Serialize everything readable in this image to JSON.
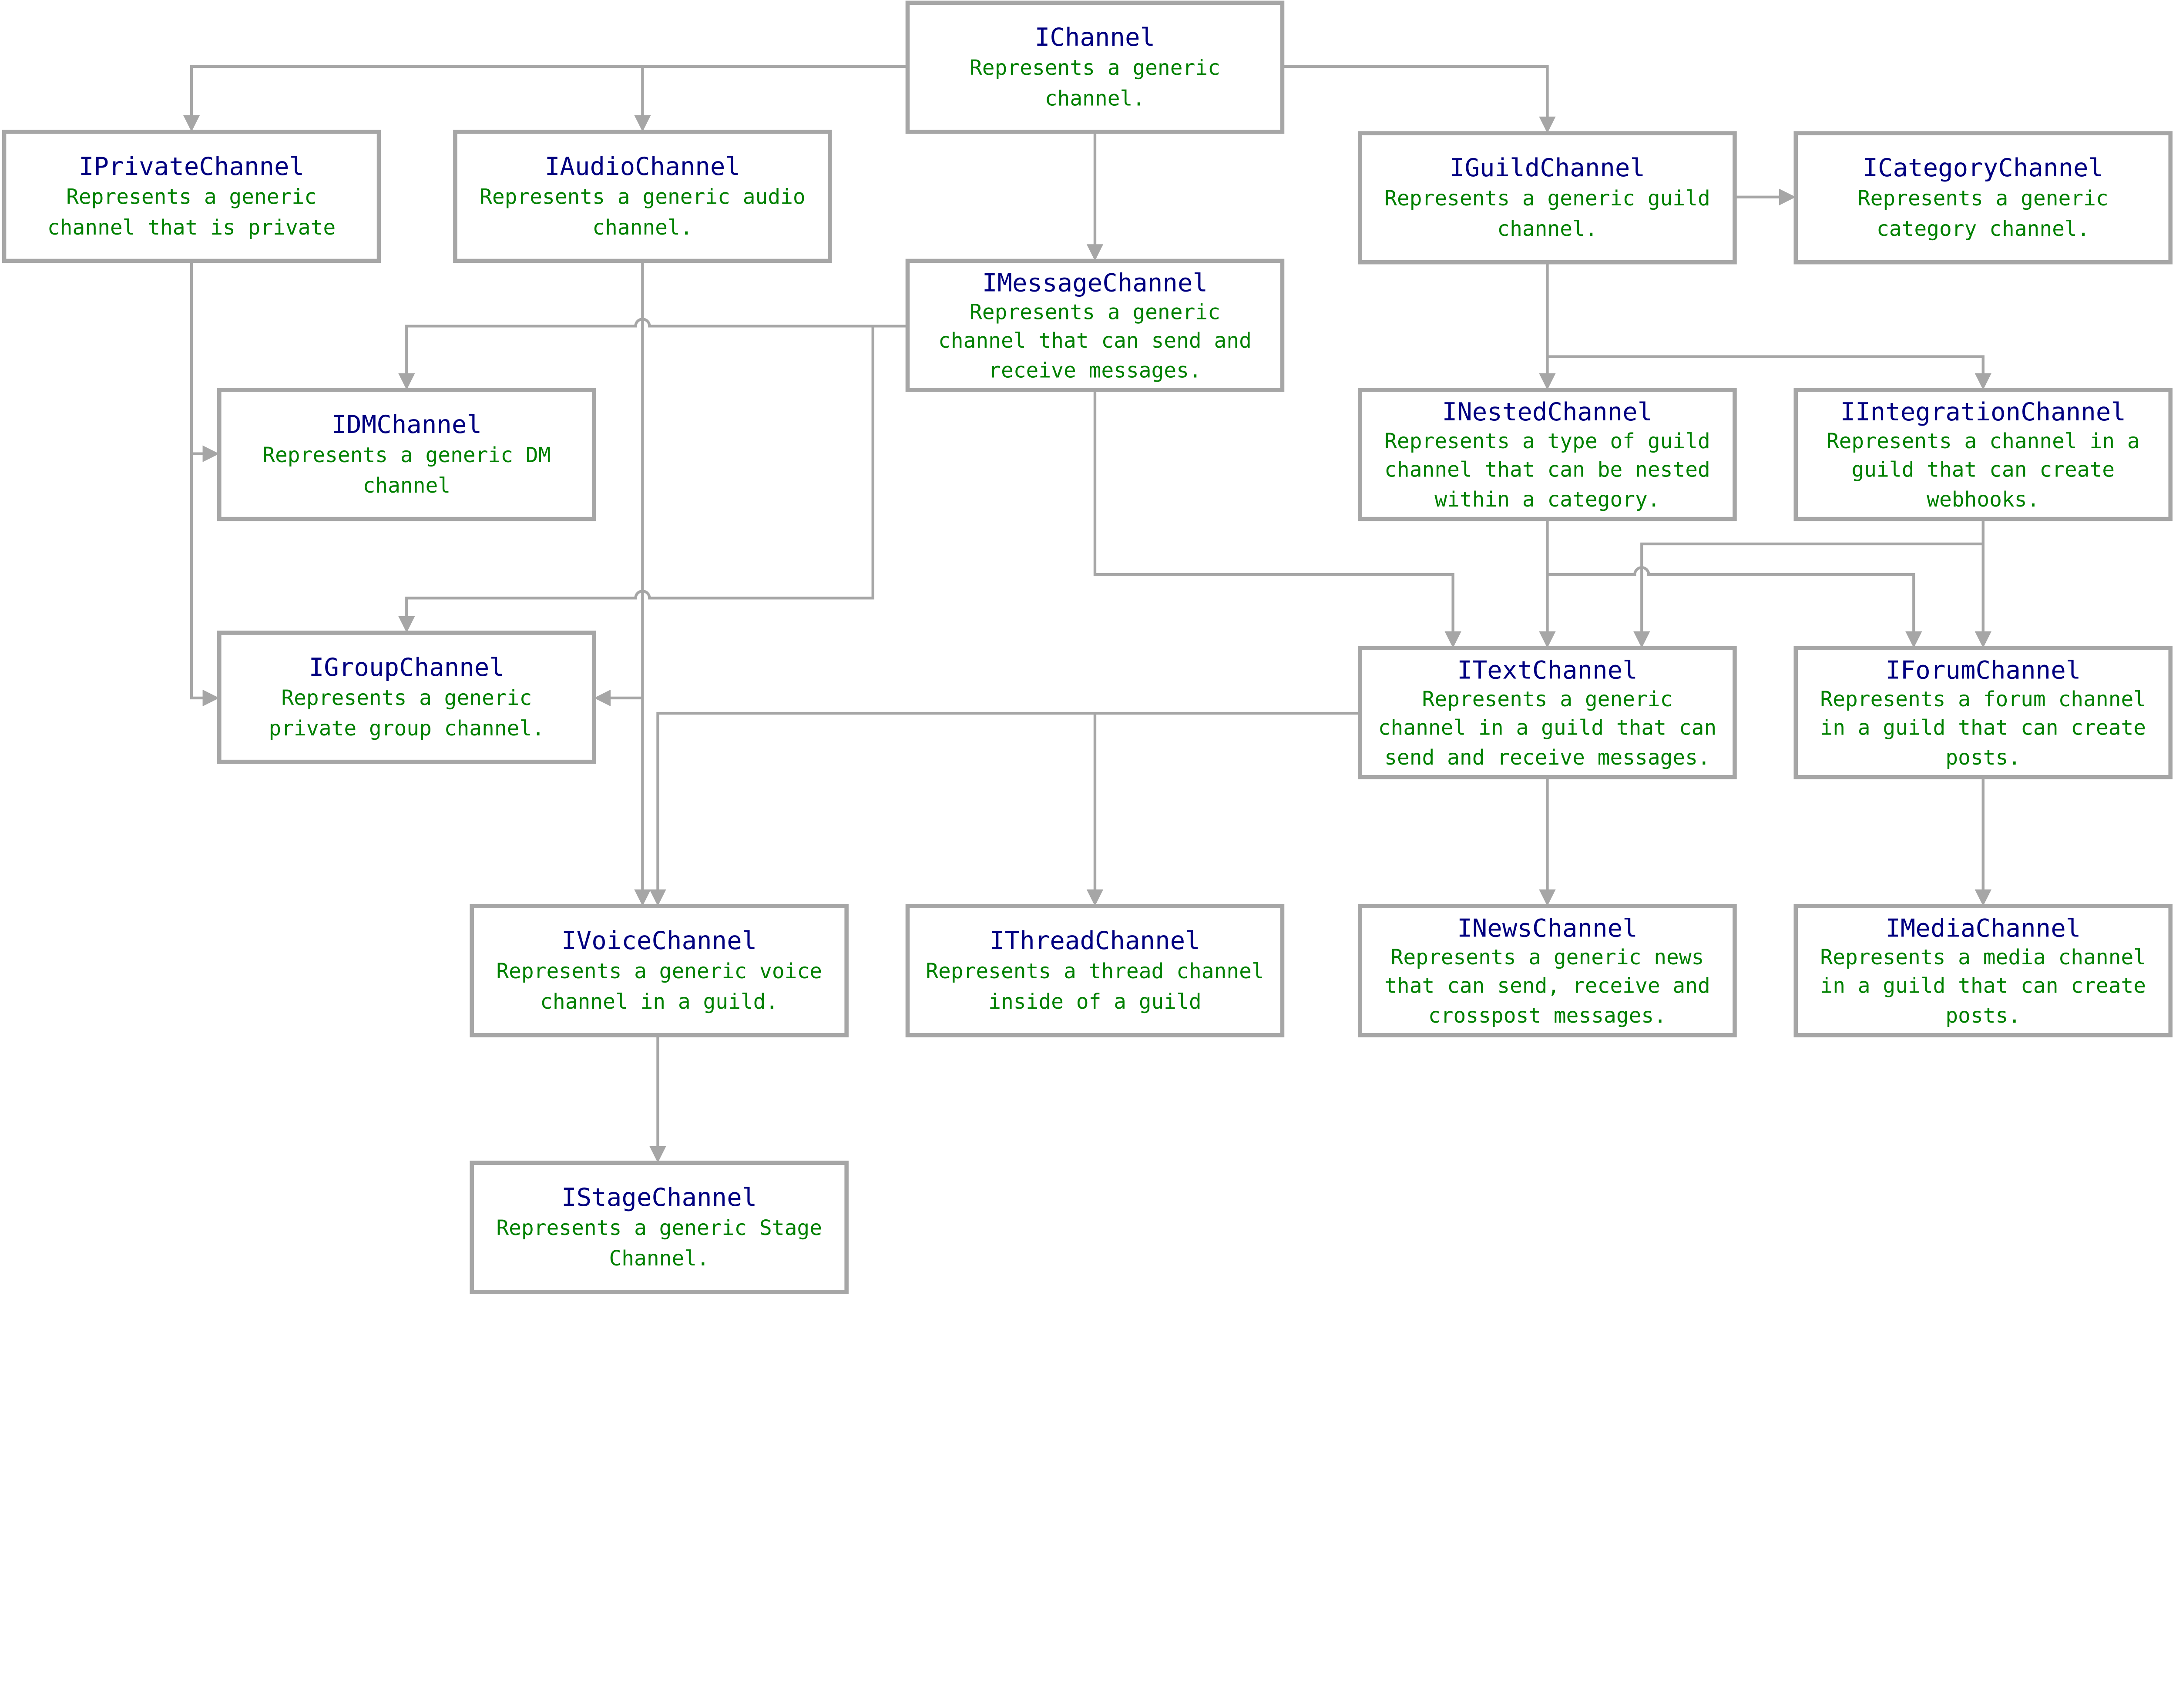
{
  "colors": {
    "title": "#000080",
    "description": "#008000",
    "border": "#a6a6a6",
    "edge": "#a6a6a6"
  },
  "nodes": [
    {
      "id": "IChannel",
      "title": "IChannel",
      "lines": [
        "Represents a generic",
        "channel."
      ]
    },
    {
      "id": "IPrivateChannel",
      "title": "IPrivateChannel",
      "lines": [
        "Represents a generic",
        "channel that is private"
      ]
    },
    {
      "id": "IAudioChannel",
      "title": "IAudioChannel",
      "lines": [
        "Represents a generic audio",
        "channel."
      ]
    },
    {
      "id": "IGuildChannel",
      "title": "IGuildChannel",
      "lines": [
        "Represents a generic guild",
        "channel."
      ]
    },
    {
      "id": "ICategoryChannel",
      "title": "ICategoryChannel",
      "lines": [
        "Represents a generic",
        "category channel."
      ]
    },
    {
      "id": "IMessageChannel",
      "title": "IMessageChannel",
      "lines": [
        "Represents a generic",
        "channel that can send and",
        "receive messages."
      ]
    },
    {
      "id": "IDMChannel",
      "title": "IDMChannel",
      "lines": [
        "Represents a generic DM",
        "channel"
      ]
    },
    {
      "id": "INestedChannel",
      "title": "INestedChannel",
      "lines": [
        "Represents a type of guild",
        "channel that can be nested",
        "within a category."
      ]
    },
    {
      "id": "IIntegrationChannel",
      "title": "IIntegrationChannel",
      "lines": [
        "Represents a channel in a",
        "guild that can create",
        "webhooks."
      ]
    },
    {
      "id": "IGroupChannel",
      "title": "IGroupChannel",
      "lines": [
        "Represents a generic",
        "private group channel."
      ]
    },
    {
      "id": "ITextChannel",
      "title": "ITextChannel",
      "lines": [
        "Represents a generic",
        "channel in a guild that can",
        "send and receive messages."
      ]
    },
    {
      "id": "IForumChannel",
      "title": "IForumChannel",
      "lines": [
        "Represents a forum channel",
        "in a guild that can create",
        "posts."
      ]
    },
    {
      "id": "IVoiceChannel",
      "title": "IVoiceChannel",
      "lines": [
        "Represents a generic voice",
        "channel in a guild."
      ]
    },
    {
      "id": "IThreadChannel",
      "title": "IThreadChannel",
      "lines": [
        "Represents a thread channel",
        "inside of a guild"
      ]
    },
    {
      "id": "INewsChannel",
      "title": "INewsChannel",
      "lines": [
        "Represents a generic news",
        "that can send, receive and",
        "crosspost messages."
      ]
    },
    {
      "id": "IMediaChannel",
      "title": "IMediaChannel",
      "lines": [
        "Represents a media channel",
        "in a guild that can create",
        "posts."
      ]
    },
    {
      "id": "IStageChannel",
      "title": "IStageChannel",
      "lines": [
        "Represents a generic Stage",
        "Channel."
      ]
    }
  ],
  "edges": [
    {
      "from": "IChannel",
      "to": "IPrivateChannel"
    },
    {
      "from": "IChannel",
      "to": "IAudioChannel"
    },
    {
      "from": "IChannel",
      "to": "IGuildChannel"
    },
    {
      "from": "IChannel",
      "to": "IMessageChannel"
    },
    {
      "from": "IGuildChannel",
      "to": "ICategoryChannel"
    },
    {
      "from": "IGuildChannel",
      "to": "INestedChannel"
    },
    {
      "from": "IGuildChannel",
      "to": "IIntegrationChannel"
    },
    {
      "from": "IMessageChannel",
      "to": "IDMChannel"
    },
    {
      "from": "IMessageChannel",
      "to": "IGroupChannel"
    },
    {
      "from": "IMessageChannel",
      "to": "ITextChannel"
    },
    {
      "from": "IPrivateChannel",
      "to": "IDMChannel"
    },
    {
      "from": "IPrivateChannel",
      "to": "IGroupChannel"
    },
    {
      "from": "IAudioChannel",
      "to": "IGroupChannel"
    },
    {
      "from": "IAudioChannel",
      "to": "IVoiceChannel"
    },
    {
      "from": "INestedChannel",
      "to": "ITextChannel"
    },
    {
      "from": "INestedChannel",
      "to": "IForumChannel"
    },
    {
      "from": "IIntegrationChannel",
      "to": "ITextChannel"
    },
    {
      "from": "IIntegrationChannel",
      "to": "IForumChannel"
    },
    {
      "from": "ITextChannel",
      "to": "IVoiceChannel"
    },
    {
      "from": "ITextChannel",
      "to": "IThreadChannel"
    },
    {
      "from": "ITextChannel",
      "to": "INewsChannel"
    },
    {
      "from": "IForumChannel",
      "to": "IMediaChannel"
    },
    {
      "from": "IVoiceChannel",
      "to": "IStageChannel"
    }
  ]
}
